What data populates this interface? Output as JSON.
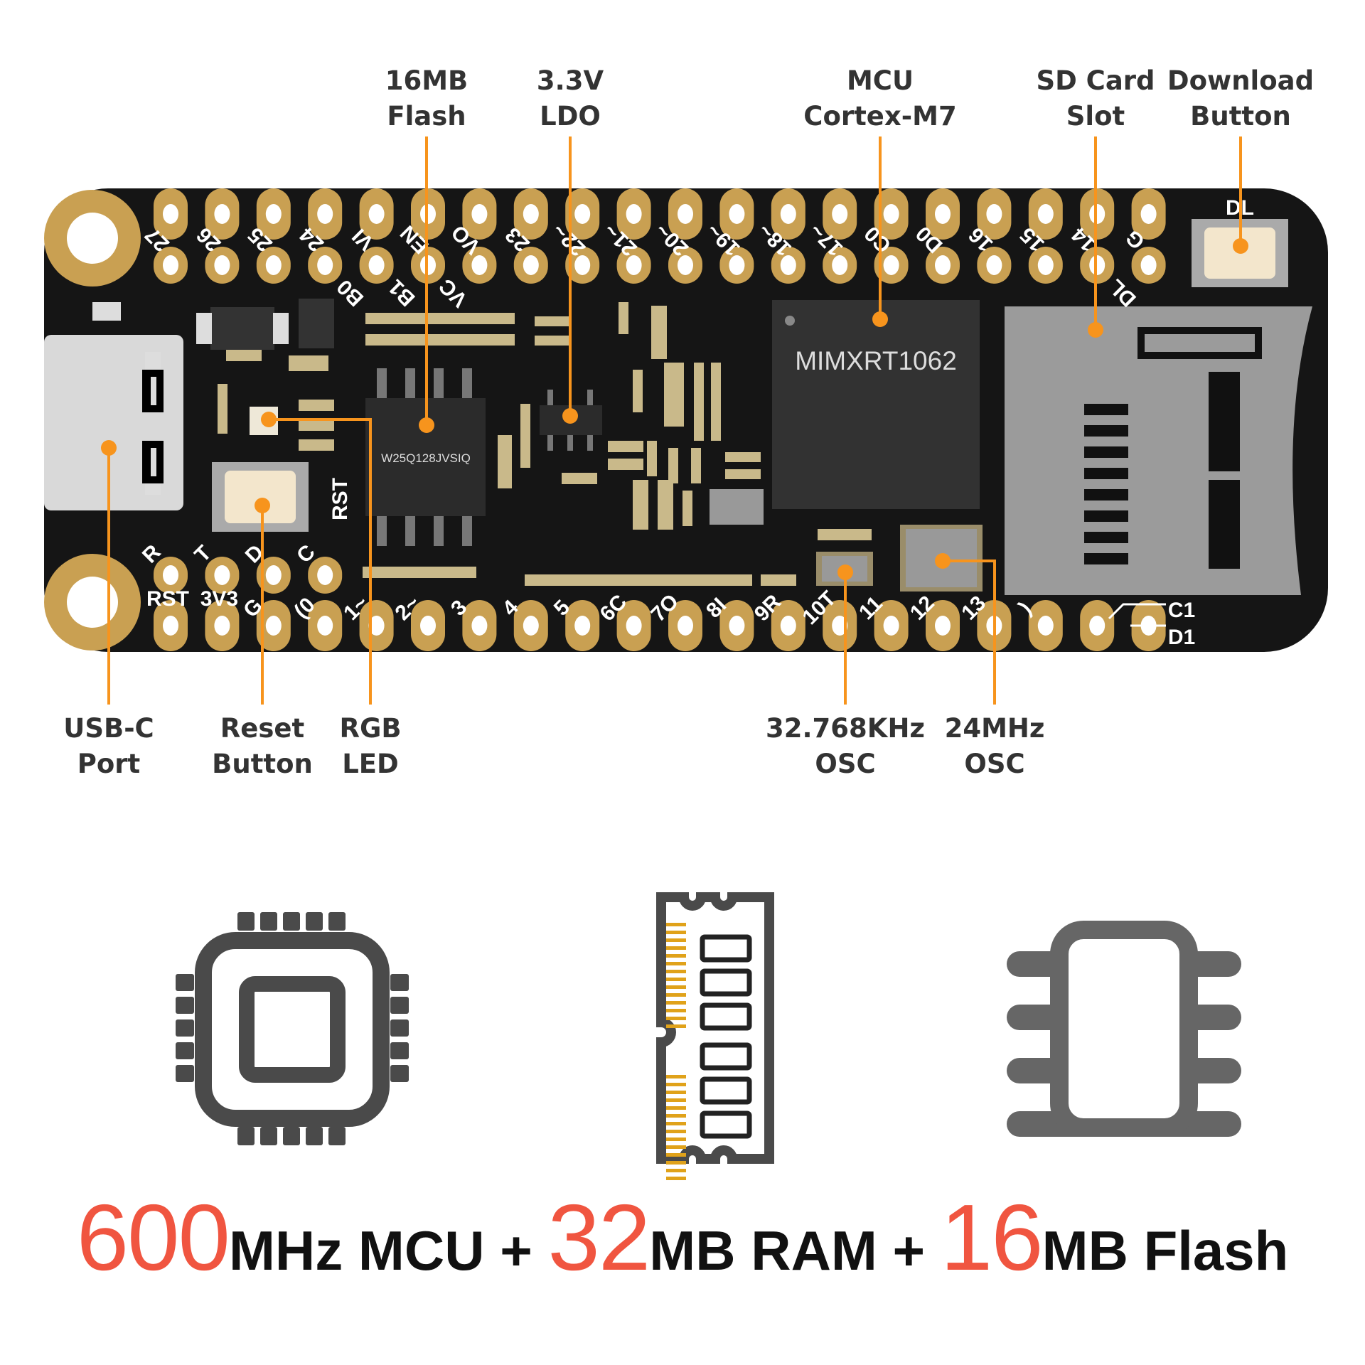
{
  "colors": {
    "board": "#151515",
    "gold": "#c9a052",
    "callout": "#f7941d",
    "accent_red": "#f05540",
    "icon_dark": "#4a4a4a",
    "icon_gray": "#666666"
  },
  "callouts_top": [
    {
      "line1": "16MB",
      "line2": "Flash"
    },
    {
      "line1": "3.3V",
      "line2": "LDO"
    },
    {
      "line1": "MCU",
      "line2": "Cortex-M7"
    },
    {
      "line1": "SD Card",
      "line2": "Slot"
    },
    {
      "line1": "Download",
      "line2": "Button"
    }
  ],
  "callouts_bottom": [
    {
      "line1": "USB-C",
      "line2": "Port"
    },
    {
      "line1": "Reset",
      "line2": "Button"
    },
    {
      "line1": "RGB",
      "line2": "LED"
    },
    {
      "line1": "32.768KHz",
      "line2": "OSC"
    },
    {
      "line1": "24MHz",
      "line2": "OSC"
    }
  ],
  "board": {
    "mcu_marking": "MIMXRT1062",
    "flash_marking": "W25Q128JVSIQ",
    "rst_label": "RST",
    "dl_label": "DL",
    "top_pin_labels": [
      "27",
      "26",
      "25",
      "24",
      "VI",
      "EN",
      "VO",
      "23",
      "22~",
      "21~",
      "20~",
      "19~",
      "18~",
      "17~",
      "C0",
      "D0",
      "16",
      "15",
      "14",
      "G"
    ],
    "top_inner_labels": [
      {
        "pin": 3,
        "text": "B0"
      },
      {
        "pin": 4,
        "text": "B1"
      },
      {
        "pin": 5,
        "text": "VC"
      },
      {
        "pin": 18,
        "text": "DL"
      }
    ],
    "debug_labels": [
      "R",
      "T",
      "D",
      "C"
    ],
    "bottom_row_labels": [
      "RST",
      "3V3"
    ],
    "bottom_pin_labels": [
      {
        "pin": 2,
        "text": "G"
      },
      {
        "pin": 3,
        "text": "(0"
      },
      {
        "pin": 4,
        "text": "1~"
      },
      {
        "pin": 5,
        "text": "2~"
      },
      {
        "pin": 6,
        "text": "3"
      },
      {
        "pin": 7,
        "text": "4"
      },
      {
        "pin": 8,
        "text": "5"
      },
      {
        "pin": 9,
        "text": "6C"
      },
      {
        "pin": 10,
        "text": "7O"
      },
      {
        "pin": 11,
        "text": "8I"
      },
      {
        "pin": 12,
        "text": "9R"
      },
      {
        "pin": 13,
        "text": "10T"
      },
      {
        "pin": 14,
        "text": "11"
      },
      {
        "pin": 15,
        "text": "12"
      },
      {
        "pin": 16,
        "text": "13"
      },
      {
        "pin": 17,
        "text": ")"
      }
    ],
    "edge_labels": [
      "C1",
      "D1"
    ]
  },
  "headline": {
    "n1": "600",
    "t1": "MHz MCU + ",
    "n2": "32",
    "t2": "MB RAM + ",
    "n3": "16",
    "t3": "MB Flash"
  }
}
